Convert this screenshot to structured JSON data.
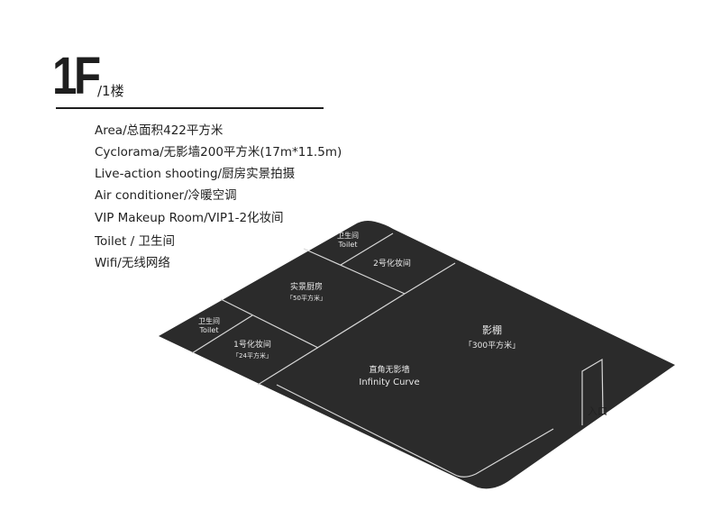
{
  "header": {
    "floor": "1F",
    "floor_cn": "/1楼"
  },
  "features": [
    "Area/总面积422平方米",
    "Cyclorama/无影墙200平方米(17m*11.5m)",
    "Live-action shooting/厨房实景拍摄",
    "Air conditioner/冷暖空调",
    "VIP Makeup Room/VIP1-2化妆间",
    "Toilet / 卫生间",
    "Wifi/无线网络"
  ],
  "plan": {
    "toilet_top": {
      "cn": "卫生间",
      "en": "Toilet"
    },
    "makeup2": {
      "cn": "2号化妆间"
    },
    "kitchen": {
      "cn": "实景厨房",
      "area": "「50平方米」"
    },
    "toilet_left": {
      "cn": "卫生间",
      "en": "Toilet"
    },
    "makeup1": {
      "cn": "1号化妆间",
      "area": "「24平方米」"
    },
    "studio": {
      "cn": "影棚",
      "area": "「300平方米」"
    },
    "infinity": {
      "cn": "直角无影墙",
      "en": "Infinity Curve"
    },
    "entrance": "入口"
  },
  "colors": {
    "floor": "#2b2b2b",
    "lines": "#d8d8d8"
  }
}
